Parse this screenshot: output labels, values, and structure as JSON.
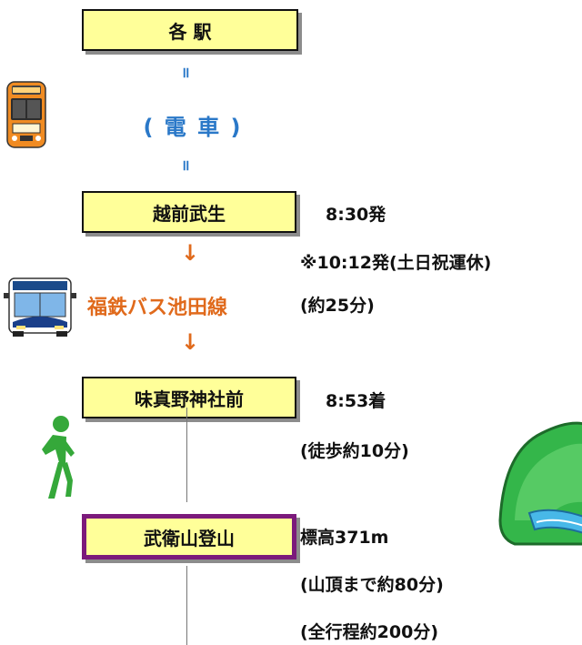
{
  "stations": {
    "origin": "各 駅",
    "echizen_takefu": "越前武生",
    "ajimano": "味真野神社前",
    "bueiyama": "武衛山登山"
  },
  "train_label": "( 電 車 )",
  "connector_symbol": "॥",
  "arrow_symbol": "↓",
  "bus_line": "福鉄バス池田線",
  "notes": {
    "depart_time": "8:30発",
    "depart_alt": "※10:12発(土日祝運休)",
    "bus_duration": "(約25分)",
    "arrive_time": "8:53着",
    "walk_duration": "(徒歩約10分)",
    "altitude": "標高371m",
    "to_summit": "(山頂まで約80分)",
    "total": "(全行程約200分)"
  },
  "icons": [
    "train-icon",
    "bus-icon",
    "walking-person-icon",
    "mountain-icon"
  ],
  "colors": {
    "station_fill": "#ffff99",
    "summit_box_fill": "#ffff99",
    "summit_border": "#7b1a7b",
    "train_label": "#2a78c8",
    "bus_label": "#e06a1c",
    "arrow": "#e06a1c",
    "walker": "#35a83a",
    "mountain": "#34b64a"
  }
}
